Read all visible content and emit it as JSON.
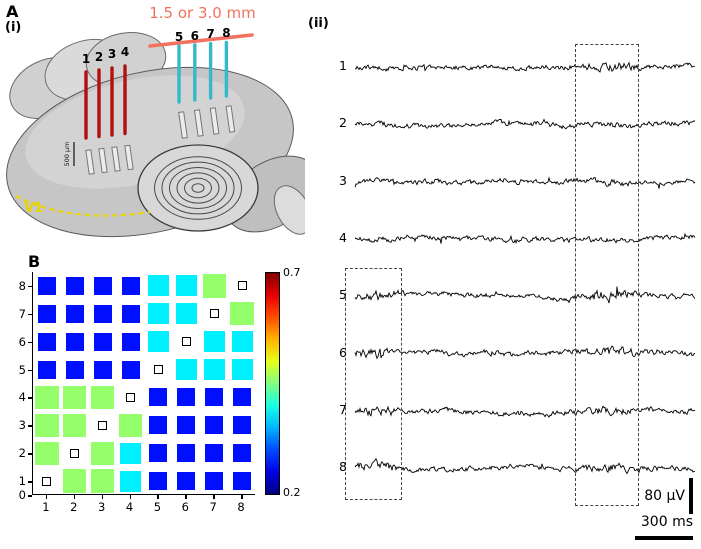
{
  "panel_a": {
    "label": "A",
    "sub_label": "(i)",
    "distance_label": "1.5 or 3.0 mm",
    "red_electrode_labels": [
      "1",
      "2",
      "3",
      "4"
    ],
    "cyan_electrode_labels": [
      "5",
      "6",
      "7",
      "8"
    ],
    "area_label": "V1",
    "scale_label": "500 µm",
    "colors": {
      "red_electrode": "#b01010",
      "cyan_electrode": "#35b8c8",
      "distance": "#f4705f",
      "v1": "#e8d400"
    }
  },
  "panel_b": {
    "label": "B",
    "x_tick_labels": [
      "1",
      "2",
      "3",
      "4",
      "5",
      "6",
      "7",
      "8"
    ],
    "y_tick_labels": [
      "8",
      "7",
      "6",
      "5",
      "4",
      "3",
      "2",
      "1",
      "0"
    ],
    "colorbar_max": "0.7",
    "colorbar_min": "0.2"
  },
  "panel_ii": {
    "label": "(ii)",
    "trace_labels": [
      "1",
      "2",
      "3",
      "4",
      "5",
      "6",
      "7",
      "8"
    ],
    "voltage_scale": "80 µV",
    "time_scale": "300 ms"
  },
  "chart_data": {
    "type": "heatmap",
    "x_categories": [
      "1",
      "2",
      "3",
      "4",
      "5",
      "6",
      "7",
      "8"
    ],
    "y_categories": [
      "1",
      "2",
      "3",
      "4",
      "5",
      "6",
      "7",
      "8"
    ],
    "colorbar_range": [
      0.2,
      0.7
    ],
    "colormap": "jet",
    "diagonal": "small open squares (self-pairs, no value shown)",
    "matrix_rows_top_to_bottom": [
      {
        "y": "8",
        "values": [
          0.27,
          0.27,
          0.27,
          0.27,
          0.38,
          0.38,
          0.46,
          null
        ]
      },
      {
        "y": "7",
        "values": [
          0.27,
          0.27,
          0.27,
          0.27,
          0.38,
          0.38,
          null,
          0.46
        ]
      },
      {
        "y": "6",
        "values": [
          0.27,
          0.27,
          0.27,
          0.27,
          0.38,
          null,
          0.38,
          0.38
        ]
      },
      {
        "y": "5",
        "values": [
          0.27,
          0.27,
          0.27,
          0.27,
          null,
          0.38,
          0.38,
          0.38
        ]
      },
      {
        "y": "4",
        "values": [
          0.46,
          0.46,
          0.46,
          null,
          0.27,
          0.27,
          0.27,
          0.27
        ]
      },
      {
        "y": "3",
        "values": [
          0.46,
          0.46,
          null,
          0.46,
          0.27,
          0.27,
          0.27,
          0.27
        ]
      },
      {
        "y": "2",
        "values": [
          0.46,
          null,
          0.46,
          0.38,
          0.27,
          0.27,
          0.27,
          0.27
        ]
      },
      {
        "y": "1",
        "values": [
          null,
          0.46,
          0.46,
          0.38,
          0.27,
          0.27,
          0.27,
          0.27
        ]
      }
    ]
  }
}
